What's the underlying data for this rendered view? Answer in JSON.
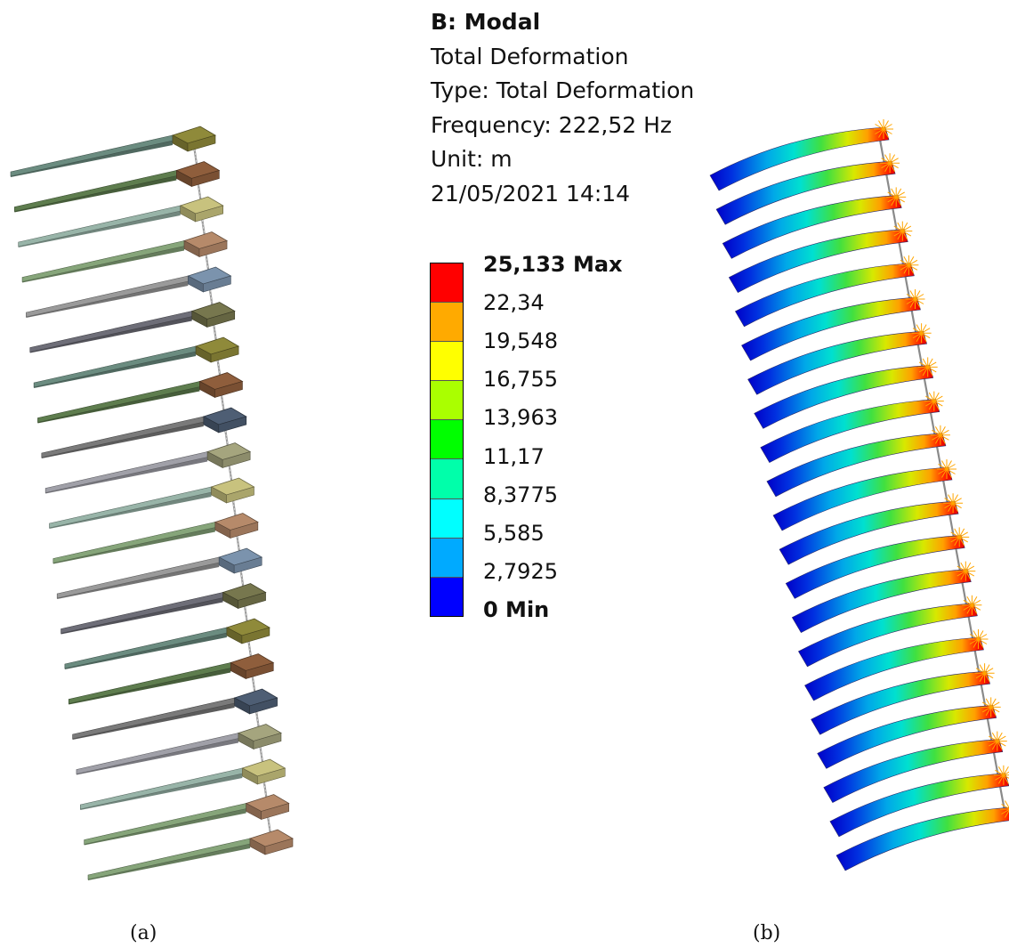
{
  "header": {
    "title": "B: Modal",
    "lines": [
      "Total Deformation",
      "Type: Total Deformation",
      "Frequency: 222,52 Hz",
      "Unit: m",
      "21/05/2021 14:14"
    ]
  },
  "legend": {
    "labels": [
      "25,133 Max",
      "22,34",
      "19,548",
      "16,755",
      "13,963",
      "11,17",
      "8,3775",
      "5,585",
      "2,7925",
      "0 Min"
    ],
    "band_colors": [
      "#ff0000",
      "#ffaa00",
      "#ffff00",
      "#aaff00",
      "#00ff00",
      "#00ffaa",
      "#00ffff",
      "#00aaff",
      "#0000ff"
    ]
  },
  "captions": {
    "left": "(a)",
    "right": "(b)"
  },
  "model": {
    "undeformed_count": 21,
    "plate_colors": [
      "#6b8c80",
      "#5e7d4e",
      "#98b4a8",
      "#86a57a",
      "#9a9a9a",
      "#6e6e78",
      "#6b8c80",
      "#5e7d4e",
      "#7a7a7a",
      "#a0a0a8",
      "#98b4a8",
      "#86a57a",
      "#9a9a9a",
      "#6e6e78",
      "#6b8c80",
      "#5e7d4e",
      "#7a7a7a",
      "#a0a0a8",
      "#98b4a8",
      "#86a57a",
      "#86a57a"
    ],
    "block_colors": [
      "#8f8a3a",
      "#8f5e3c",
      "#c8c27e",
      "#b68a6a",
      "#7b93ad",
      "#77774e",
      "#8f8a3a",
      "#8f5e3c",
      "#4e5e74",
      "#a5a57e",
      "#c8c27e",
      "#b68a6a",
      "#7b93ad",
      "#77774e",
      "#8f8a3a",
      "#8f5e3c",
      "#4e5e74",
      "#a5a57e",
      "#c8c27e",
      "#b68a6a",
      "#b68a6a"
    ],
    "deformed_count": 21
  }
}
